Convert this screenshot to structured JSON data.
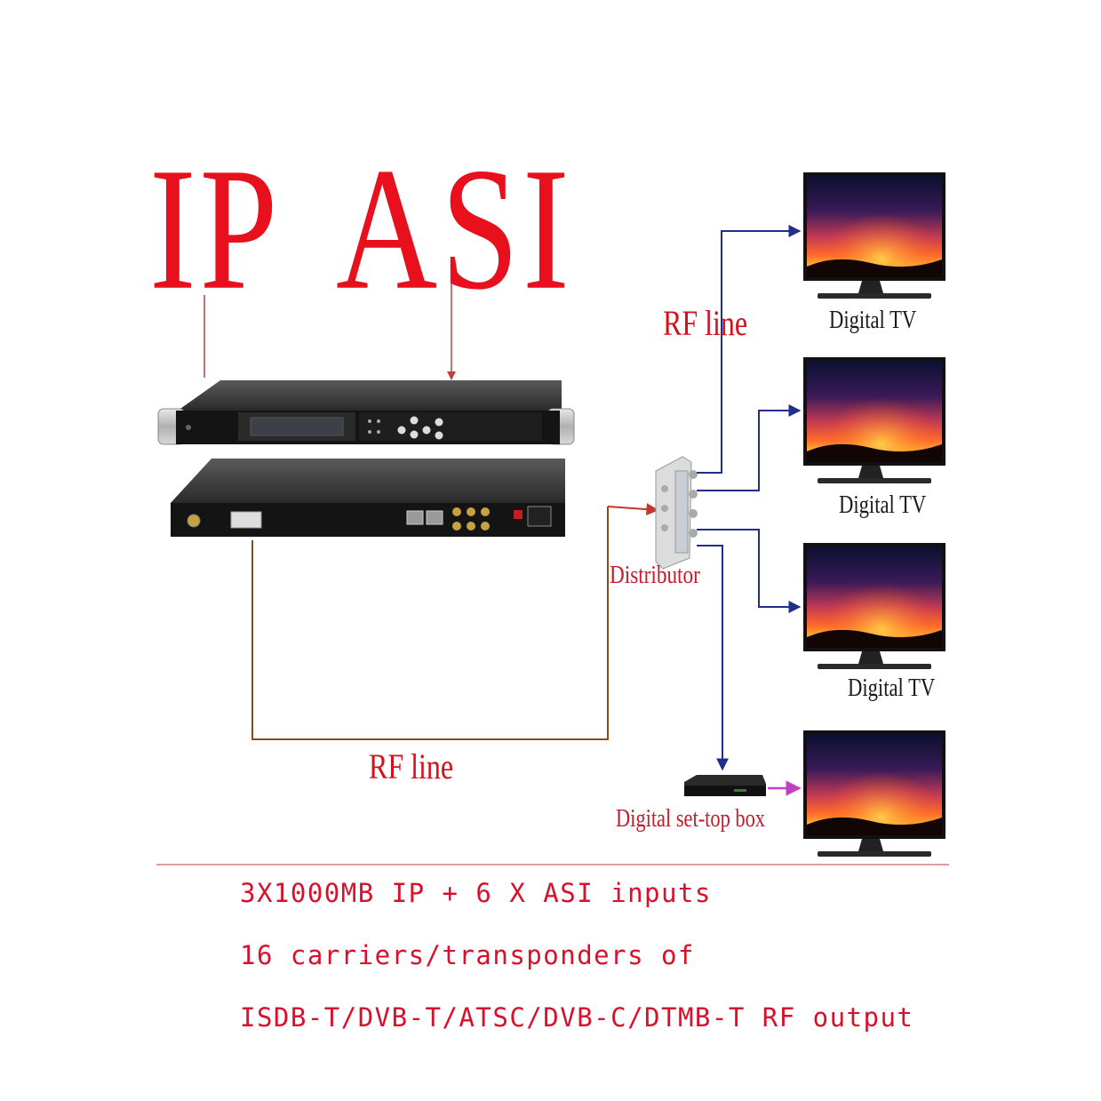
{
  "diagram": {
    "input_labels": {
      "ip": "IP",
      "asi": "ASI"
    },
    "connections": {
      "rf_line_bottom": "RF line",
      "rf_line_top": "RF line"
    },
    "distributor_label": "Distributor",
    "tv_labels": [
      "Digital TV",
      "Digital TV",
      "Digital TV"
    ],
    "set_top_box_label": "Digital set-top box",
    "colors": {
      "title_red": "#e8101c",
      "arrow_blue": "#1f2f8a",
      "cable_brown": "#8a4a1a",
      "cable_red": "#c0392b",
      "stb_arrow_magenta": "#c040c0",
      "spec_text": "#d8102c"
    }
  },
  "specs": [
    "3X1000MB IP + 6 X ASI inputs",
    "16 carriers/transponders of",
    "ISDB-T/DVB-T/ATSC/DVB-C/DTMB-T RF output"
  ]
}
